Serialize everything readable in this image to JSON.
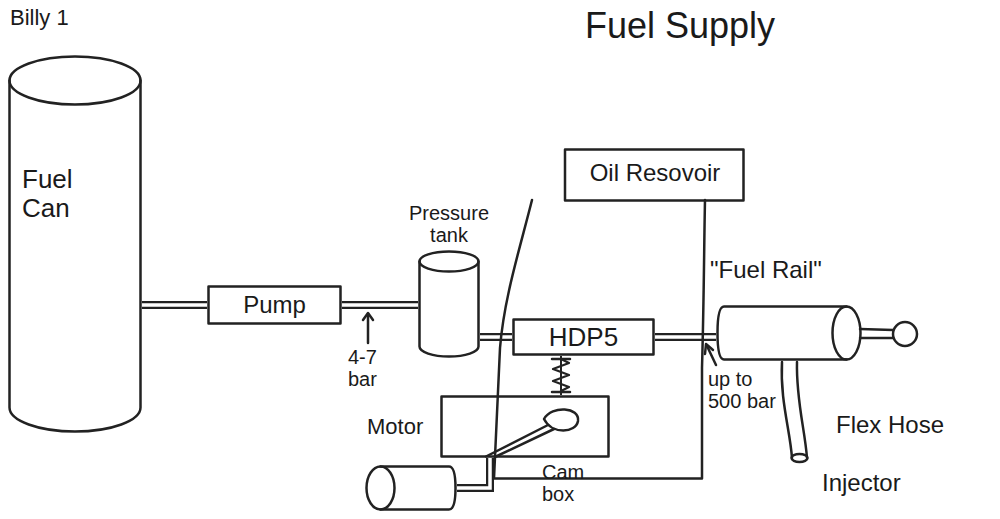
{
  "diagram": {
    "title": "Fuel Supply",
    "nodes": [
      {
        "text": [
          "Fuel Can"
        ]
      },
      {
        "text": [
          "Pump"
        ]
      },
      {
        "text": [
          "Pressure tank"
        ]
      },
      {
        "text": [
          "Oil Resovoir"
        ]
      },
      {
        "text": [
          "HDP5"
        ],
        "in": 3
      },
      {
        "text": [
          "Cam box"
        ]
      },
      {
        "text": [
          "Motor"
        ]
      },
      {
        "text": [
          "\"Fuel Rail\""
        ]
      }
    ],
    "edges": [
      {
        "from": 0,
        "to": 1,
        "arrow": "none"
      },
      {
        "from": 1,
        "to": 2,
        "arrow": "none"
      },
      {
        "from": 2,
        "to": 4,
        "arrow": "none"
      },
      {
        "from": 4,
        "to": 7,
        "arrow": "none"
      },
      {
        "from": 5,
        "to": 4,
        "arrow": "none"
      },
      {
        "from": 6,
        "to": 5,
        "arrow": "none"
      }
    ],
    "labels": [
      "Billy 1",
      "4-7 bar",
      "up to 500 bar",
      "Flex Hose",
      "Injector"
    ]
  }
}
